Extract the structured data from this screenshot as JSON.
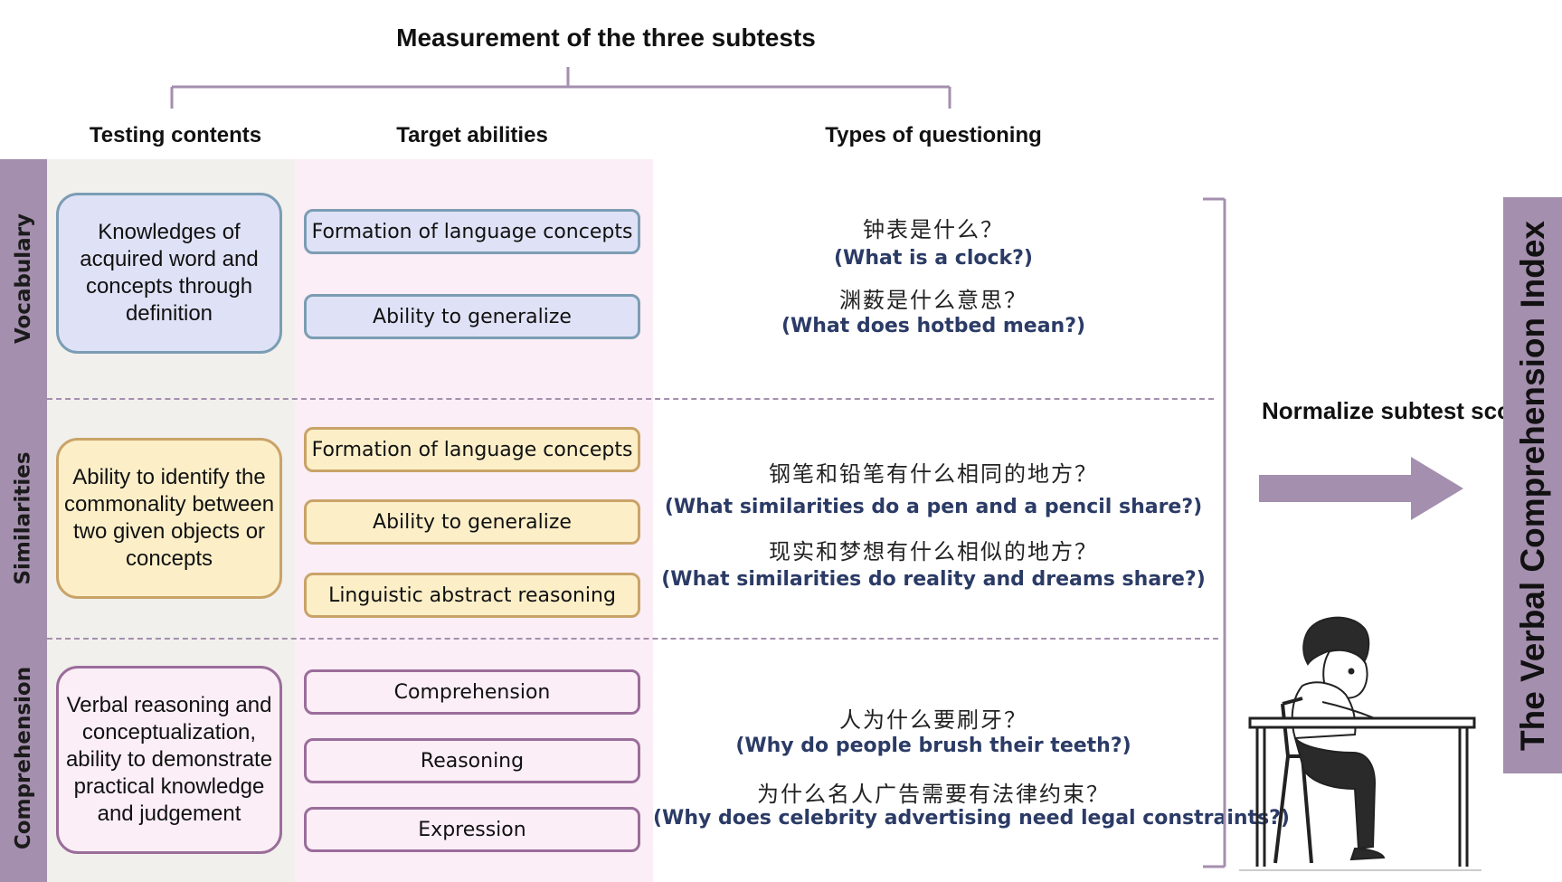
{
  "title": "Measurement of the three subtests",
  "columns": {
    "testing_contents": "Testing contents",
    "target_abilities": "Target abilities",
    "types_of_questioning": "Types of questioning"
  },
  "rows": {
    "vocabulary": {
      "label": "Vocabulary",
      "content": "Knowledges of acquired word and concepts through definition",
      "abilities": [
        "Formation of language concepts",
        "Ability to generalize"
      ],
      "questions": [
        {
          "zh": "钟表是什么？",
          "en": "(What is a clock?)"
        },
        {
          "zh": "渊薮是什么意思？",
          "en": "(What does hotbed mean?)"
        }
      ]
    },
    "similarities": {
      "label": "Similarities",
      "content": "Ability to identify the commonality between two given objects or concepts",
      "abilities": [
        "Formation of language concepts",
        "Ability to generalize",
        "Linguistic abstract reasoning"
      ],
      "questions": [
        {
          "zh": "钢笔和铅笔有什么相同的地方？",
          "en": "(What similarities do a pen and a pencil share?)"
        },
        {
          "zh": "现实和梦想有什么相似的地方？",
          "en": "(What similarities do reality and dreams share?)"
        }
      ]
    },
    "comprehension": {
      "label": "Comprehension",
      "content": "Verbal reasoning and conceptualization, ability to demonstrate practical knowledge and judgement",
      "abilities": [
        "Comprehension",
        "Reasoning",
        "Expression"
      ],
      "questions": [
        {
          "zh": "人为什么要刷牙？",
          "en": "(Why do people brush their teeth?)"
        },
        {
          "zh": "为什么名人广告需要有法律约束？",
          "en": "(Why does celebrity advertising need legal constraints?)"
        }
      ]
    }
  },
  "normalize_label": "Normalize subtest scores",
  "index_label": "The Verbal Comprehension Index",
  "colors": {
    "accent_purple": "#a48fae",
    "vocabulary_fill": "#dfe2f6",
    "similarities_fill": "#fcefc8",
    "comprehension_fill": "#fbeef6",
    "question_text": "#2b3b66"
  },
  "icons": {
    "arrow": "right-arrow-icon",
    "illustration": "child-at-desk-illustration"
  }
}
